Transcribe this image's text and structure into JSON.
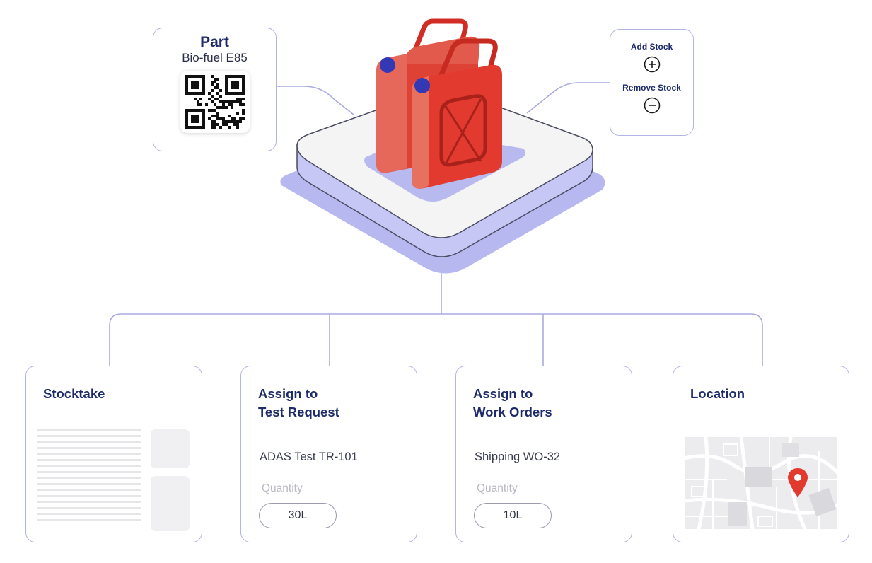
{
  "part": {
    "title": "Part",
    "name": "Bio-fuel E85",
    "qr_icon": "qr-code-icon"
  },
  "stock_actions": {
    "add_label": "Add Stock",
    "remove_label": "Remove Stock",
    "add_icon": "plus-circle-icon",
    "remove_icon": "minus-circle-icon"
  },
  "hub": {
    "icon": "jerry-cans-icon",
    "colors": {
      "can_red": "#e23a2f",
      "cap_blue": "#3338b4",
      "platform_lavender": "#b7b8f0"
    }
  },
  "cards": {
    "stocktake": {
      "title": "Stocktake"
    },
    "test_request": {
      "title_line1": "Assign to",
      "title_line2": "Test Request",
      "value": "ADAS Test TR-101",
      "quantity_label": "Quantity",
      "quantity": "30L"
    },
    "work_orders": {
      "title_line1": "Assign to",
      "title_line2": "Work Orders",
      "value": "Shipping WO-32",
      "quantity_label": "Quantity",
      "quantity": "10L"
    },
    "location": {
      "title": "Location",
      "map_icon": "map-pin-icon"
    }
  },
  "colors": {
    "heading": "#1d2b6b",
    "border": "#b3b4e6",
    "connector": "#a9abe0"
  }
}
